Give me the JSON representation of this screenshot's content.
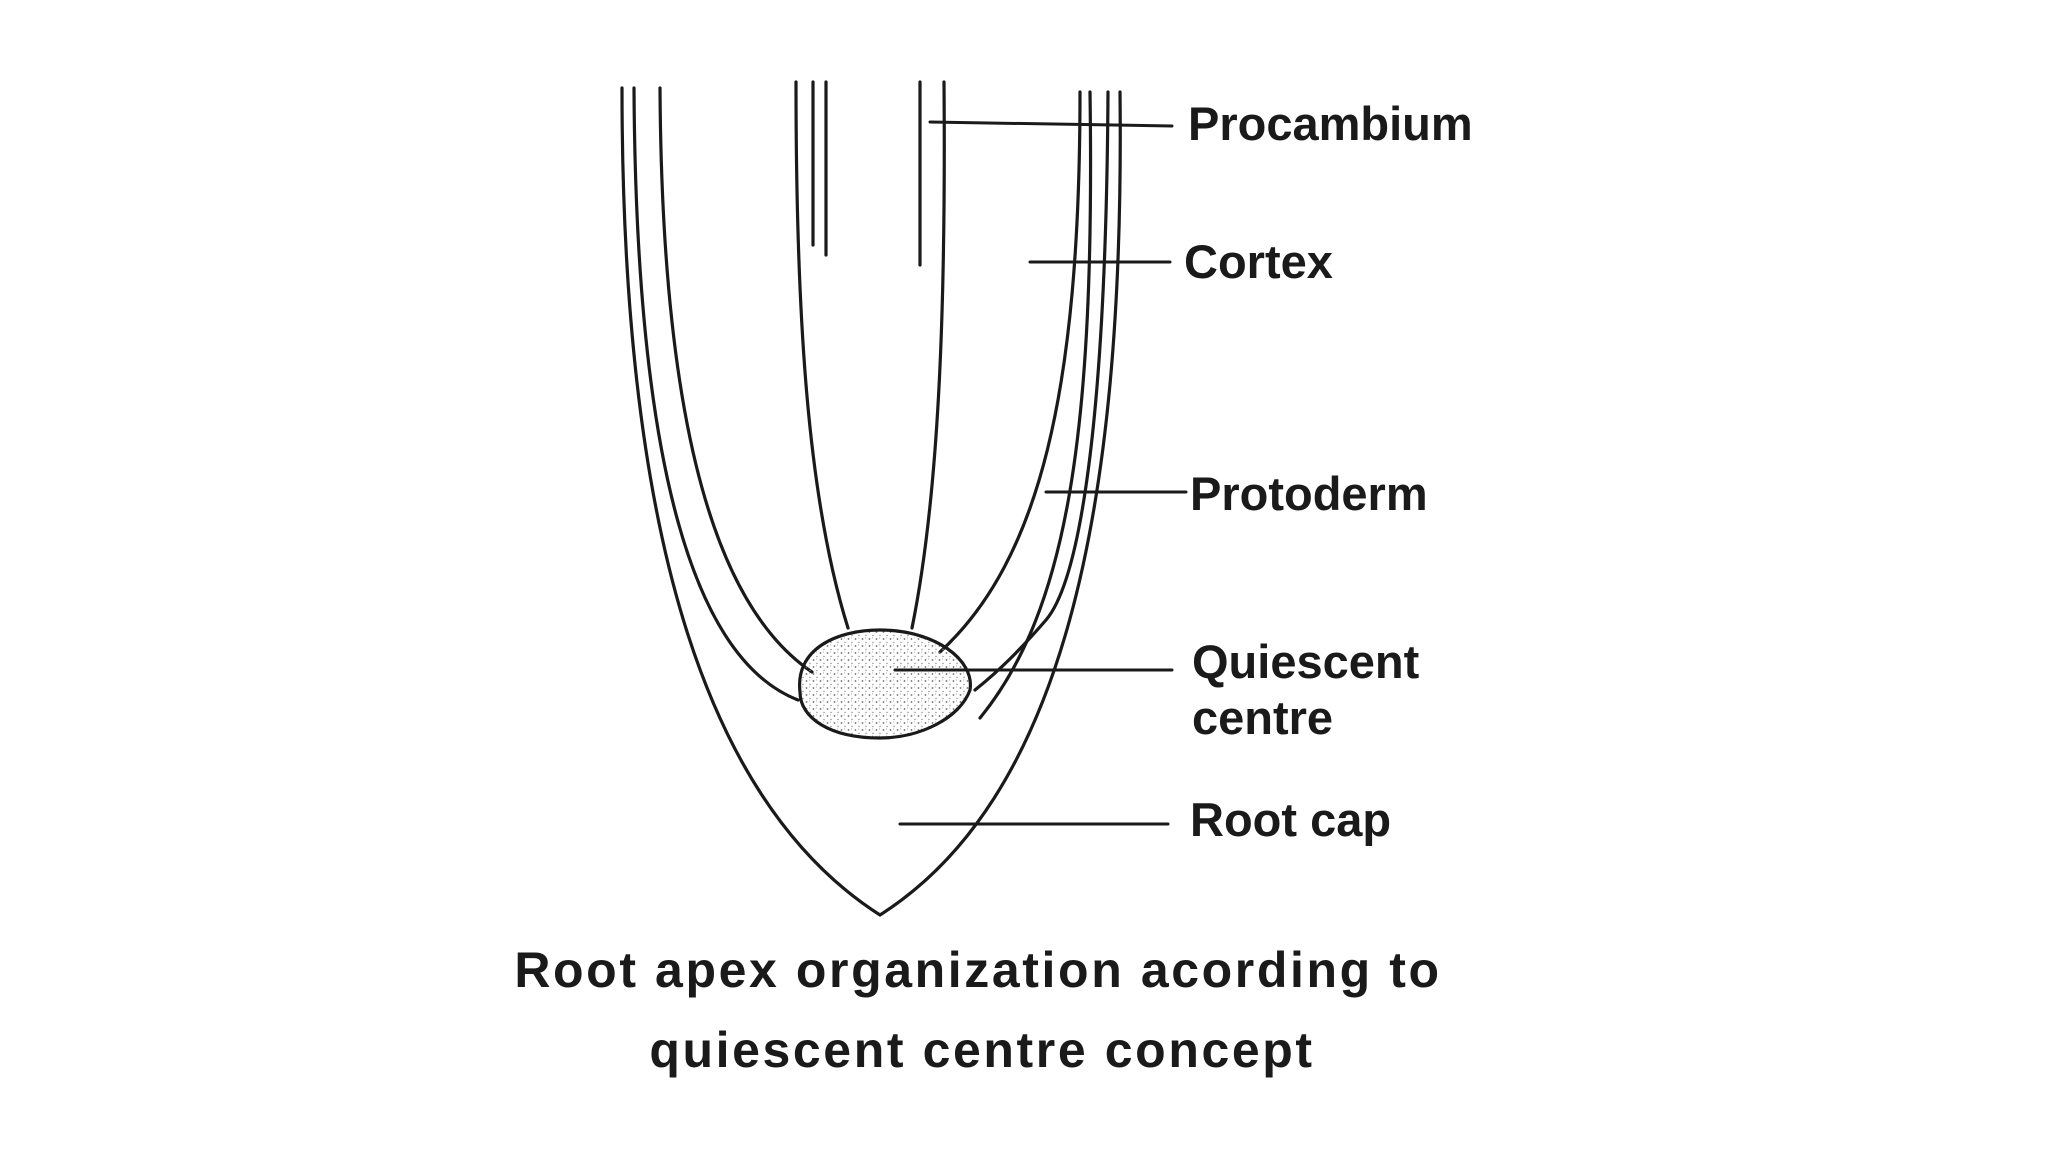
{
  "diagram": {
    "labels": {
      "procambium": "Procambium",
      "cortex": "Cortex",
      "protoderm": "Protoderm",
      "quiescent_line1": "Quiescent",
      "quiescent_line2": "centre",
      "root_cap": "Root cap"
    },
    "caption": {
      "line1": "Root apex organization acording to",
      "line2": "quiescent centre concept"
    }
  }
}
